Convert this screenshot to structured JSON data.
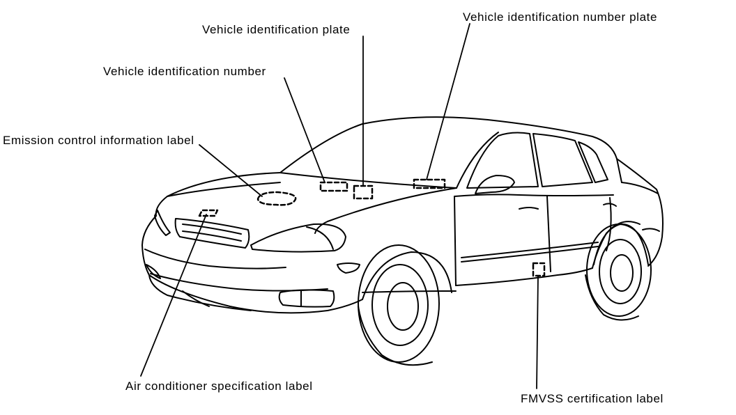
{
  "figure": {
    "callouts": {
      "vehicle_identification_plate": "Vehicle identification plate",
      "vehicle_identification_number": "Vehicle identification number",
      "emission_control_information_label": "Emission control information label",
      "vehicle_identification_number_plate": "Vehicle identification number plate",
      "air_conditioner_specification_label": "Air conditioner specification label",
      "fmvss_certification_label": "FMVSS certification label"
    }
  }
}
